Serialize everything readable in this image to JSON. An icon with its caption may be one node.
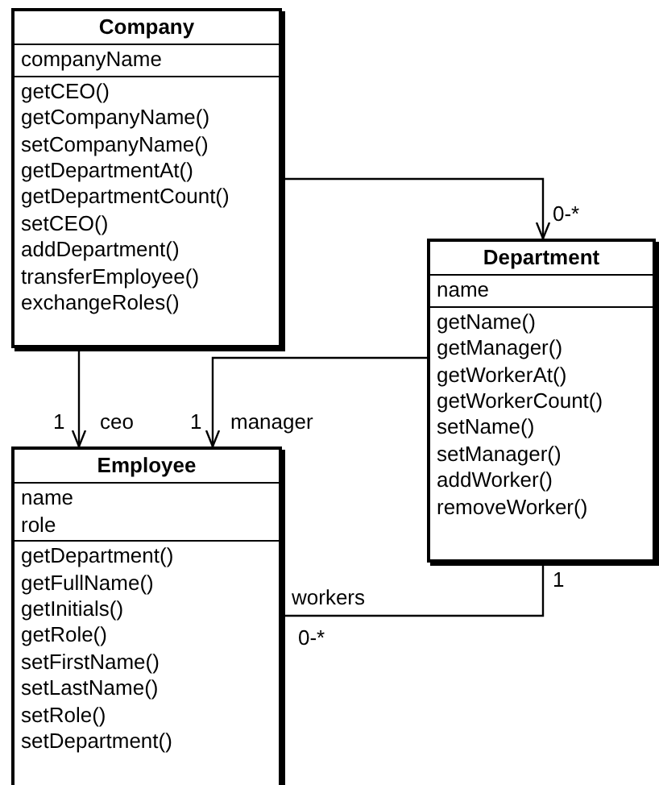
{
  "diagram": {
    "nodes": [
      {
        "text": [
          "Company",
          "companyName",
          "getCEO() getCompanyName() setCompanyName() getDepartmentAt() getDepartmentCount() setCEO() addDepartment() transferEmployee() exchangeRoles()"
        ]
      },
      {
        "text": [
          "Department",
          "name",
          "getName() getManager() getWorkerAt() getWorkerCount() setName() setManager() addWorker() removeWorker()"
        ]
      },
      {
        "text": [
          "Employee",
          "name role",
          "getDepartment() getFullName() getInitials() getRole() setFirstName() setLastName() setRole() setDepartment()"
        ]
      }
    ],
    "edges": [
      {
        "from": 0,
        "to": 1,
        "arrow": "to"
      },
      {
        "from": 0,
        "to": 2,
        "arrow": "to",
        "label": "ceo"
      },
      {
        "from": 1,
        "to": 2,
        "arrow": "to",
        "label": "manager"
      },
      {
        "from": 1,
        "to": 2,
        "arrow": "none",
        "label": "workers"
      }
    ],
    "labels": [
      "0-*",
      "1",
      "1",
      "1",
      "0-*"
    ]
  }
}
